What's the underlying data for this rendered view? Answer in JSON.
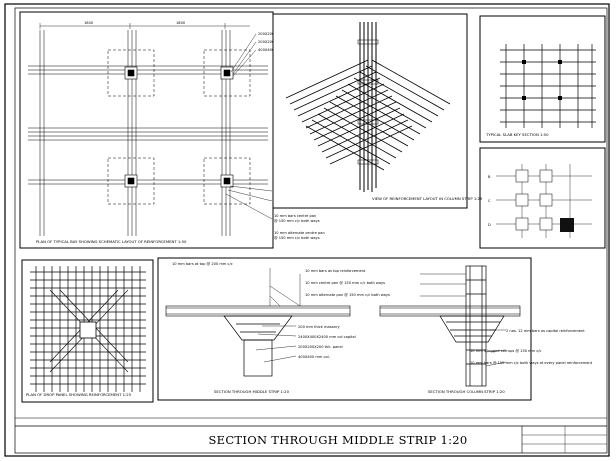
{
  "title_block": {
    "title": "SECTION THROUGH MIDDLE STRIP  1:20"
  },
  "plan_panel": {
    "dims_top": [
      "1800",
      "1800"
    ],
    "labels": [
      "200X200X1800 thk. panel",
      "200X200 mm col. capital",
      "400X400 mm col."
    ],
    "notes": [
      "10 mm bars @ 150 mm c/c both ways at every panel reinforcement",
      "2 nos. 12 mm bars as capital reinforcement",
      "10 mm bars centre pan",
      "@ 150 mm c/c both ways",
      "10 mm alternate centre pan",
      "@ 150 mm c/c both ways"
    ],
    "caption": "PLAN OF TYPICAL BAY SHOWING SCHEMATIC LAYOUT OF REINFORCEMENT  1:50"
  },
  "iso_panel": {
    "caption": "VIEW OF REINFORCEMENT LAYOUT IN COLUMN STRIP  1:25"
  },
  "key_plan_panel": {
    "caption": "TYPICAL SLAB KEY SECTION  1:50"
  },
  "grid_plan_panel": {
    "labels": [
      "B",
      "C",
      "D"
    ]
  },
  "rebar_plan_panel": {
    "caption": "PLAN OF DROP PANEL SHOWING REINFORCEMENT  1:25"
  },
  "section_panel": {
    "labels": [
      "10 mm bars at top @ 200 mm c/c",
      "10 mm bars as top reinforcement",
      "10 mm centre pan @ 150 mm c/c both ways",
      "10 mm alternate pan @ 150 mm c/c both ways",
      "200 mm thick masonry",
      "2400X400X2400 mm col capital",
      "200X200X200 thk. panel",
      "400X400 mm col.",
      "2 nos. 12 mm bars as capital reinforcement",
      "10 mm 4 legged stirrups @ 150 mm c/c",
      "10 mm bars @ 150 mm c/c both ways at every panel reinforcement"
    ],
    "captions": [
      "SECTION THROUGH MIDDLE STRIP  1:20",
      "SECTION THROUGH COLUMN STRIP  1:20"
    ]
  }
}
